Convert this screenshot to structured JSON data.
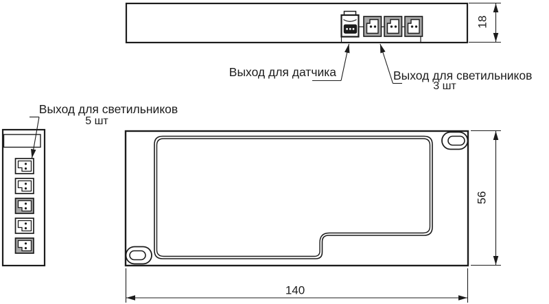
{
  "labels": {
    "sensor_output": "Выход для датчика",
    "lights_output_top": "Выход для светильников",
    "lights_output_top_qty": "3 шт",
    "lights_output_side": "Выход для светильников",
    "lights_output_side_qty": "5 шт"
  },
  "dimensions": {
    "height": "18",
    "depth": "56",
    "width": "140"
  },
  "colors": {
    "line": "#1c1c1c",
    "connector_gray": "#a6a6a6",
    "background": "#ffffff"
  }
}
